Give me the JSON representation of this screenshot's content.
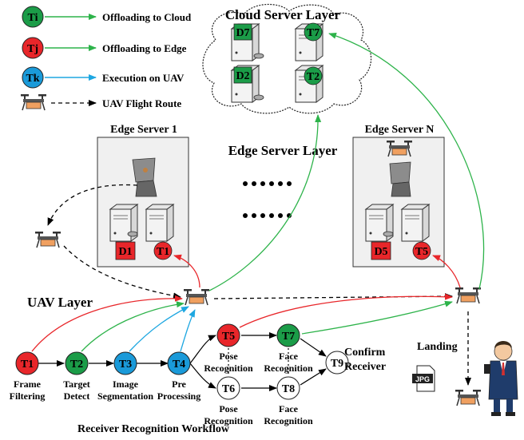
{
  "legend": {
    "cloud_label": "Offloading to Cloud",
    "edge_label": "Offloading to Edge",
    "uav_label": "Execution on UAV",
    "route_label": "UAV Flight Route",
    "cloud_node": "Ti",
    "edge_node": "Tj",
    "uav_node": "Tk"
  },
  "layers": {
    "cloud": "Cloud Server Layer",
    "edge": "Edge Server Layer",
    "uav": "UAV Layer"
  },
  "cloud_servers": {
    "d_top": "D7",
    "t_top": "T7",
    "d_bottom": "D2",
    "t_bottom": "T2"
  },
  "edge_servers": {
    "edge1_title": "Edge Server 1",
    "edgeN_title": "Edge Server N",
    "edge1_data": "D1",
    "edge1_task": "T1",
    "edgeN_data": "D5",
    "edgeN_task": "T5"
  },
  "workflow": {
    "title": "Receiver Recognition Workflow",
    "nodes": [
      {
        "id": "T1",
        "label1": "Frame",
        "label2": "Filtering",
        "color": "#e8262a"
      },
      {
        "id": "T2",
        "label1": "Target",
        "label2": "Detect",
        "color": "#1b9c48"
      },
      {
        "id": "T3",
        "label1": "Image",
        "label2": "Segmentation",
        "color": "#1a9ad9"
      },
      {
        "id": "T4",
        "label1": "Pre",
        "label2": "Processing",
        "color": "#1a9ad9"
      },
      {
        "id": "T5",
        "label1": "Pose",
        "label2": "Recognition",
        "color": "#e8262a"
      },
      {
        "id": "T6",
        "label1": "Pose",
        "label2": "Recognition",
        "color": "#ffffff"
      },
      {
        "id": "T7",
        "label1": "Face",
        "label2": "Recognition",
        "color": "#1b9c48"
      },
      {
        "id": "T8",
        "label1": "Face",
        "label2": "Recognition",
        "color": "#ffffff"
      },
      {
        "id": "T9",
        "label1": "",
        "label2": "",
        "color": "#ffffff"
      }
    ],
    "confirm1": "Confirm",
    "confirm2": "Receiver",
    "landing": "Landing",
    "jpg": "JPG"
  },
  "colors": {
    "red": "#e8262a",
    "green": "#1b9c48",
    "blue": "#1a9ad9",
    "cloud_arrow": "#2db34a",
    "edge_arrow": "#e8262a",
    "uav_arrow": "#1ea7e1"
  }
}
